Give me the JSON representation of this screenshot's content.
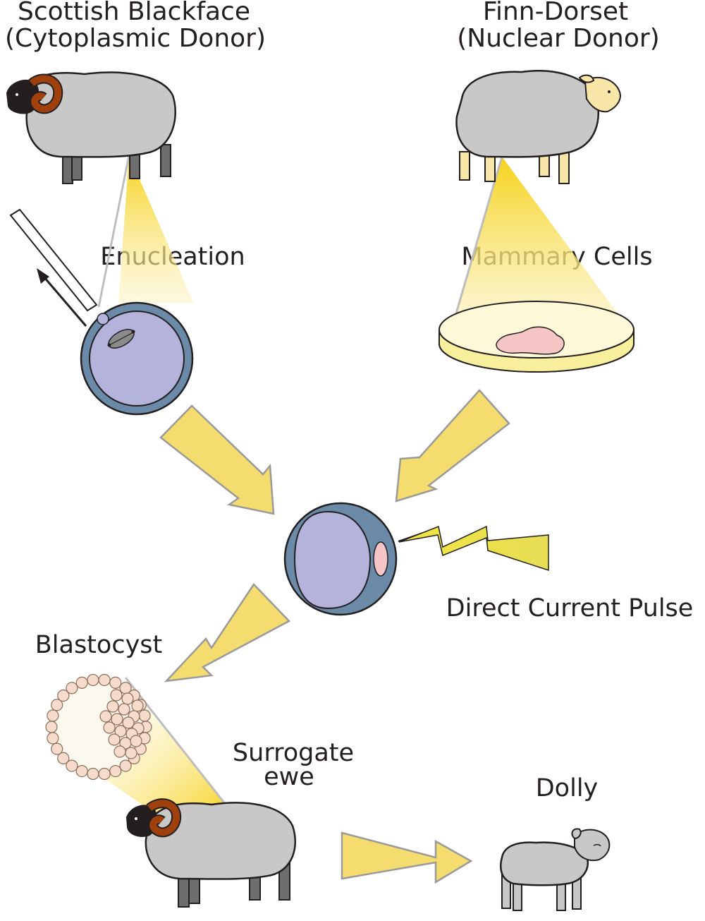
{
  "labels": {
    "cytoplasmic_donor_name": "Scottish Blackface",
    "cytoplasmic_donor_role": "(Cytoplasmic Donor)",
    "nuclear_donor_name": "Finn-Dorset",
    "nuclear_donor_role": "(Nuclear Donor)",
    "enucleation": "Enucleation",
    "mammary_cells": "Mammary Cells",
    "direct_current_pulse": "Direct Current Pulse",
    "blastocyst": "Blastocyst",
    "surrogate_line1": "Surrogate",
    "surrogate_line2": "ewe",
    "dolly": "Dolly"
  },
  "colors": {
    "wool": "#c8c8c8",
    "black_face": "#231f20",
    "horn": "#a0410d",
    "finn_face": "#f7e6a8",
    "egg_cytoplasm": "#b3b3dc",
    "zona": "#6a8aa8",
    "arrow": "#f5dc6e",
    "spark": "#ece147",
    "mammary_tissue": "#f6c6c6",
    "blastocyst_cell": "#f8dccb"
  }
}
